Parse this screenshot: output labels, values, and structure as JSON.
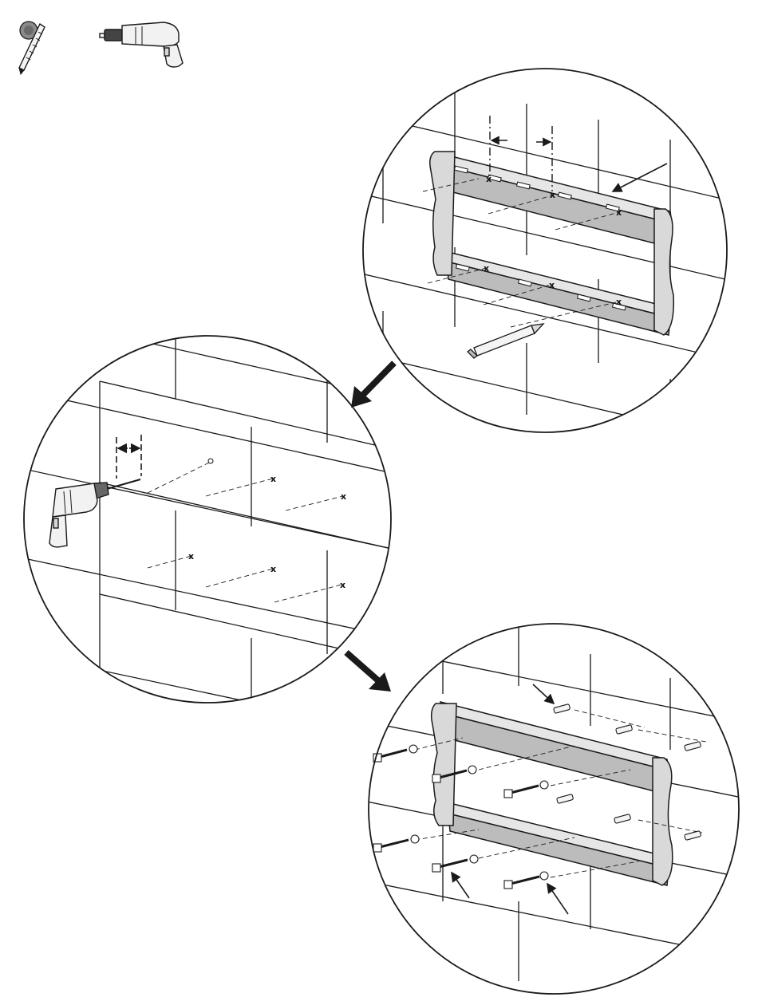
{
  "page": {
    "kind": "wall-mount installation instruction sheet",
    "background": "#ffffff",
    "ink_color": "#1a1a1a",
    "shade_color": "#bdbdbd"
  },
  "tools": [
    {
      "name": "masonry-drill-bit-icon"
    },
    {
      "name": "power-drill-icon"
    }
  ],
  "steps": [
    {
      "id": "step-mark-holes",
      "content": "wall plate held on brick wall, pencil marks hole positions"
    },
    {
      "id": "step-drill-holes",
      "content": "drill pilot holes at marked positions, drill depth indicator"
    },
    {
      "id": "step-fasten",
      "content": "insert anchors, lag bolts and washers through wall plate"
    }
  ],
  "hole_marks": {
    "glyph": "x"
  }
}
